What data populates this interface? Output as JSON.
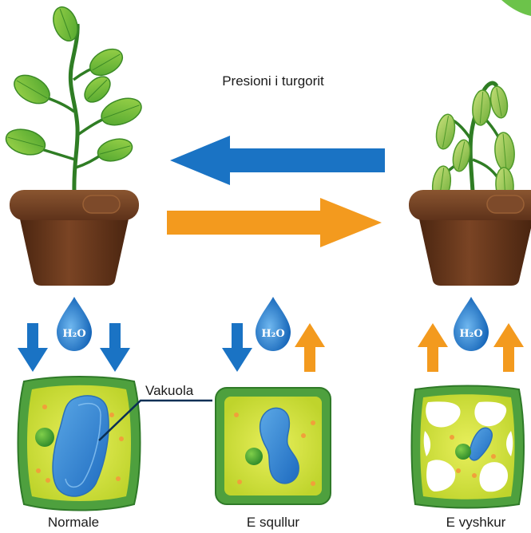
{
  "diagram": {
    "title": "Presioni i turgorit",
    "water_symbol": "H₂O",
    "callout_label": "Vakuola",
    "cells": [
      {
        "label": "Normale",
        "water_flow": "in"
      },
      {
        "label": "E squllur",
        "water_flow": "balanced"
      },
      {
        "label": "E vyshkur",
        "water_flow": "out"
      }
    ],
    "plants": [
      {
        "state": "healthy"
      },
      {
        "state": "wilted"
      }
    ],
    "arrows": [
      {
        "direction": "left",
        "color": "#1a73c4"
      },
      {
        "direction": "right",
        "color": "#f39a1e"
      }
    ],
    "colors": {
      "water_in": "#1a73c4",
      "water_out": "#f39a1e",
      "cell_wall": "#3f9b3a",
      "cytoplasm": "#d8e43a",
      "vacuole": "#3d8fd8",
      "pot": "#6b3a1f",
      "leaf": "#7cc23a"
    }
  }
}
